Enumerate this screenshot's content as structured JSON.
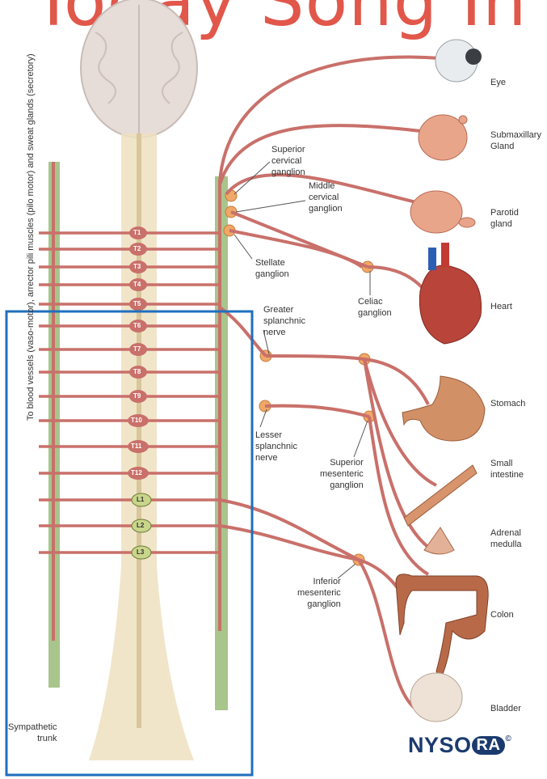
{
  "title_text": "Today Song In",
  "vertical_label": "To blood vessels (vaso-motor), arrector pili muscles (pilo motor) and sweat glands (secretory)",
  "labels": {
    "eye": "Eye",
    "submaxillary": "Submaxillary\nGland",
    "parotid": "Parotid\ngland",
    "heart": "Heart",
    "stomach": "Stomach",
    "small_intestine": "Small\nintestine",
    "adrenal": "Adrenal\nmedulla",
    "colon": "Colon",
    "bladder": "Bladder",
    "superior_cervical": "Superior\ncervical\nganglion",
    "middle_cervical": "Middle\ncervical\nganglion",
    "stellate": "Stellate\nganglion",
    "celiac": "Celiac\nganglion",
    "greater_splanchnic": "Greater\nsplanchnic\nnerve",
    "lesser_splanchnic": "Lesser\nsplanchnic\nnerve",
    "superior_mesenteric": "Superior\nmesenteric\nganglion",
    "inferior_mesenteric": "Inferior\nmesenteric\nganglion",
    "sympathetic_trunk": "Sympathetic\ntrunk"
  },
  "segments": [
    "T1",
    "T2",
    "T3",
    "T4",
    "T5",
    "T6",
    "T7",
    "T8",
    "T9",
    "T10",
    "T11",
    "T12",
    "L1",
    "L2",
    "L3"
  ],
  "logo": {
    "text_left": "NYSO",
    "badge": "RA",
    "mark": "©"
  },
  "colors": {
    "nerve": "#c9706a",
    "nerve_dark": "#8a3b36",
    "ganglion": "#f0a868",
    "trunk": "#a8c58c",
    "highlight_box": "#1f6fbf",
    "title": "#e1574a"
  }
}
